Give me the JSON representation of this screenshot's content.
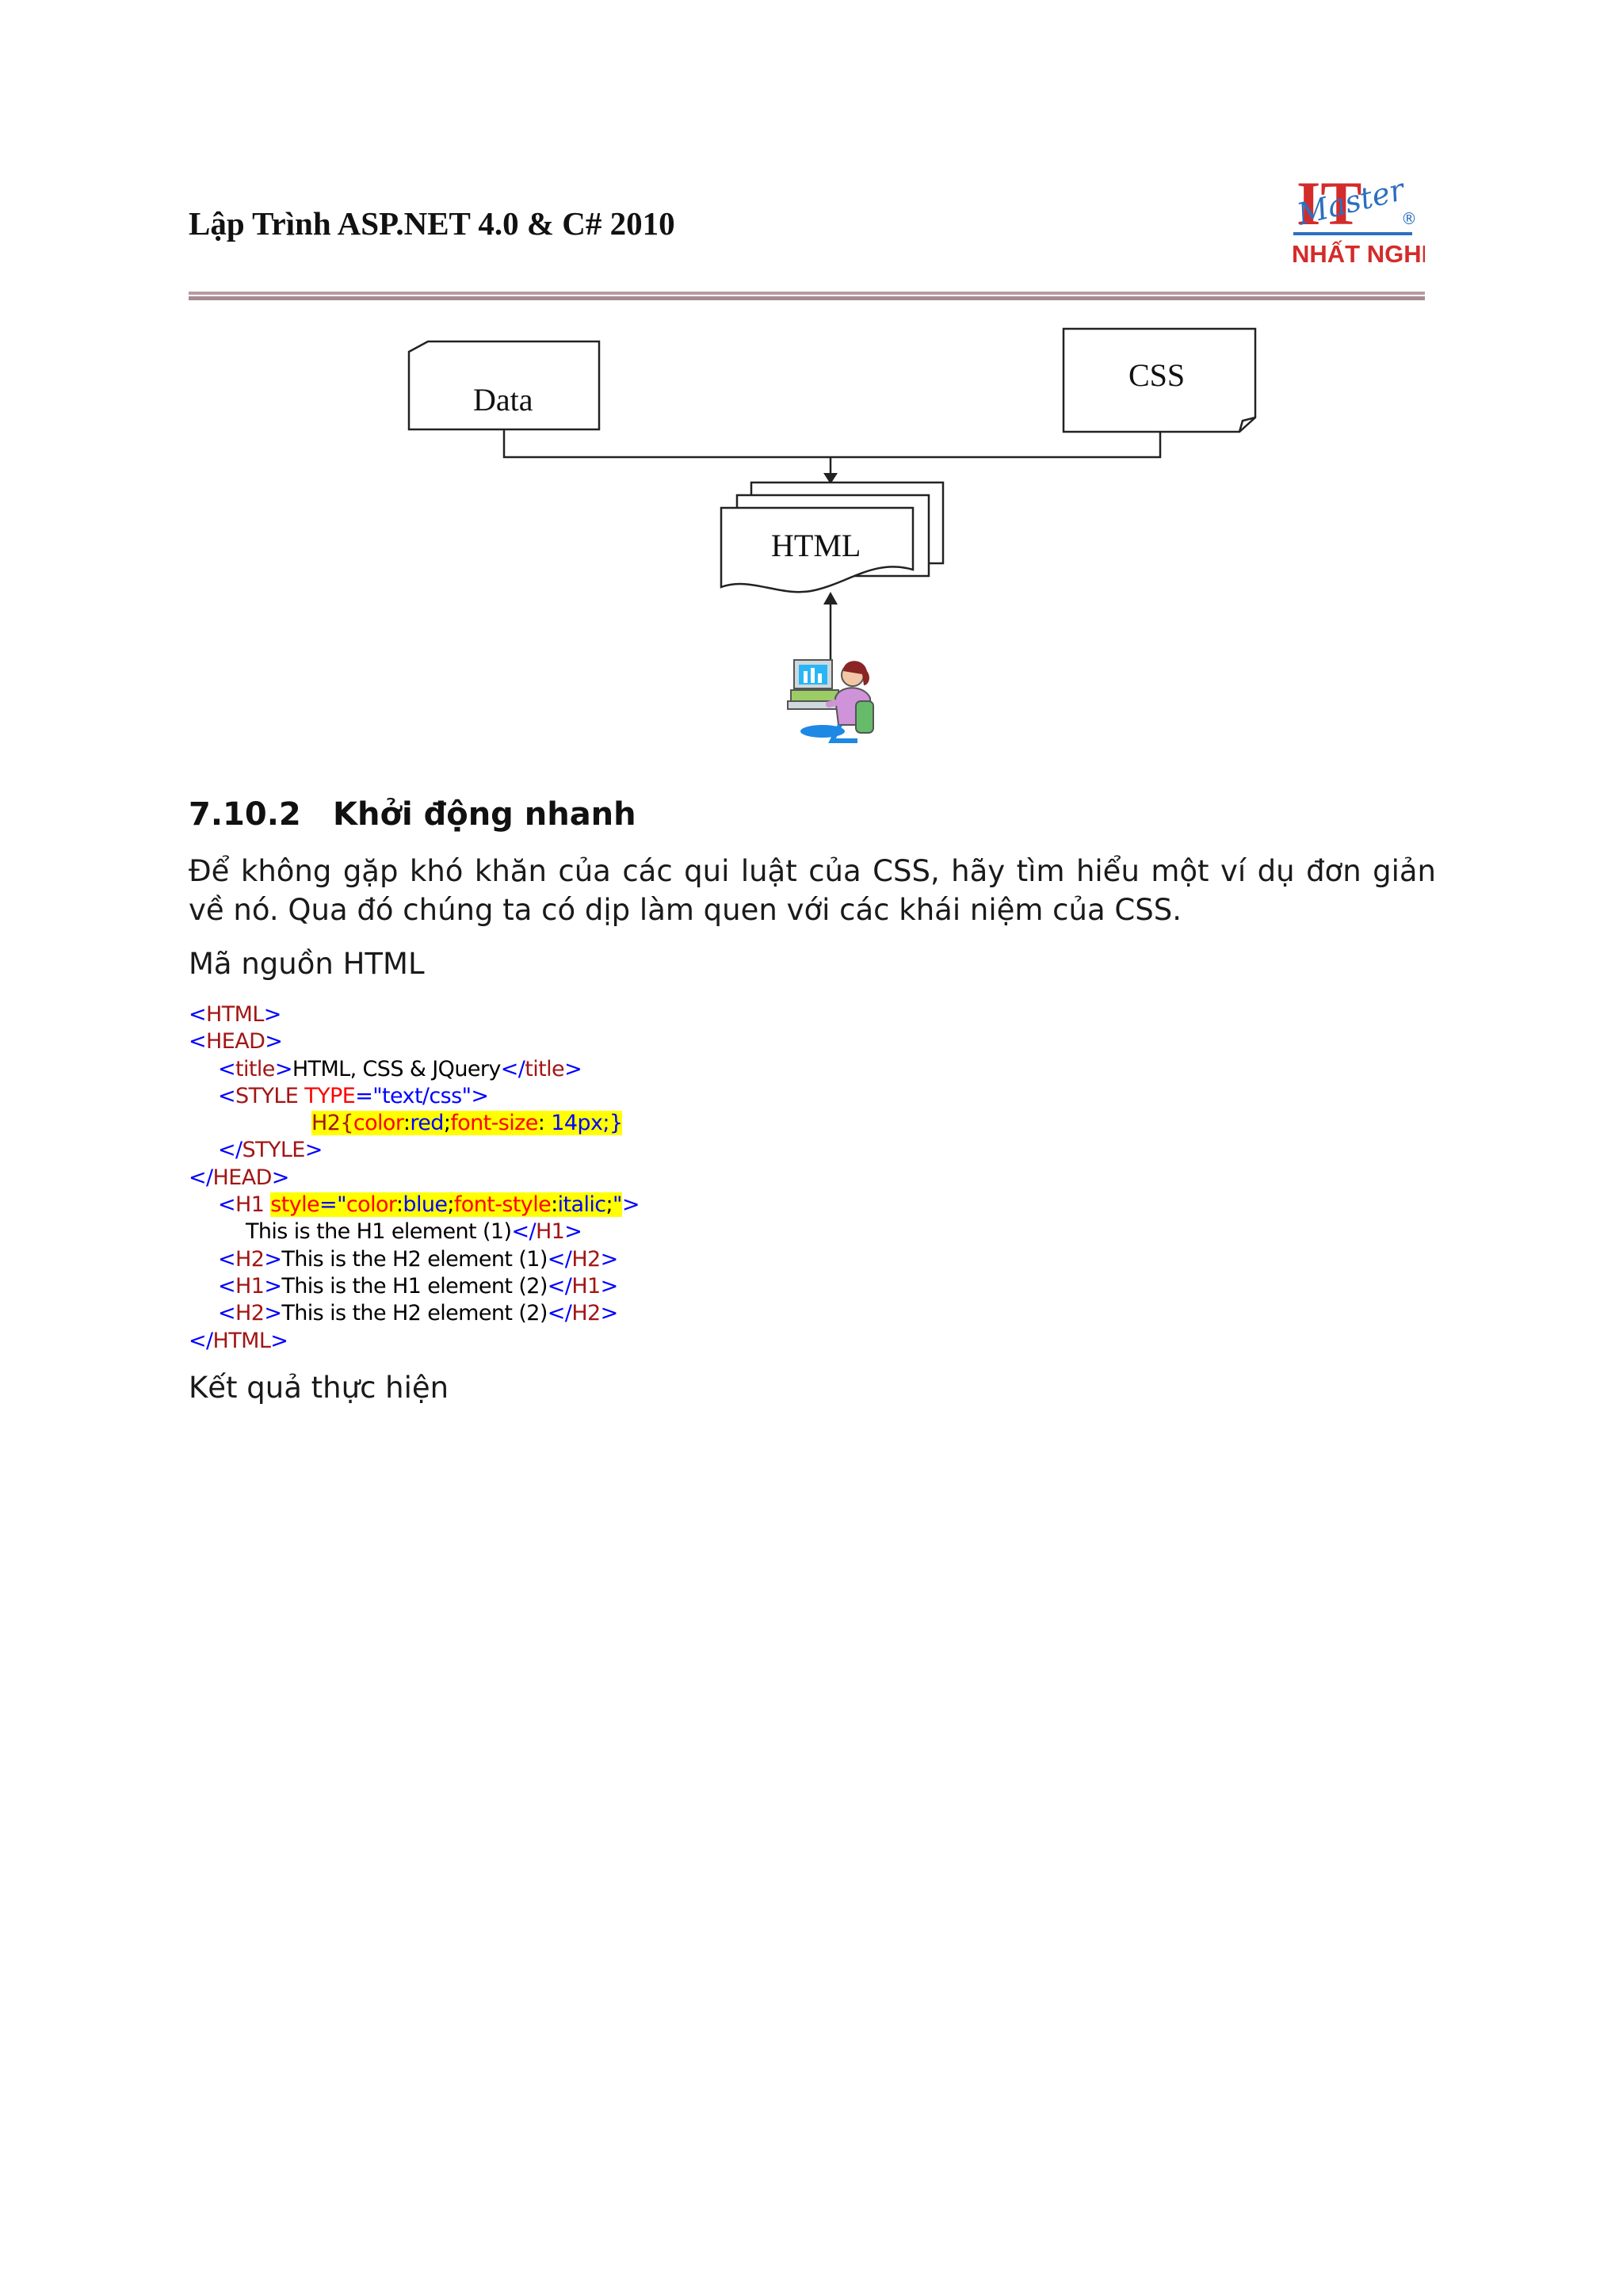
{
  "header": {
    "title": "Lập Trình ASP.NET 4.0 & C# 2010",
    "logo": {
      "big": "IT",
      "script": "Master",
      "reg": "®",
      "brand": "NHẤT NGHỆ",
      "colors": {
        "red": "#d42b2b",
        "blue": "#2c6fbf"
      }
    }
  },
  "diagram": {
    "nodes": {
      "data": "Data",
      "css": "CSS",
      "html": "HTML"
    },
    "icons": [
      "user-at-computer-icon"
    ]
  },
  "section": {
    "number": "7.10.2",
    "title": "Khởi động nhanh",
    "paragraph": "Để không gặp khó khăn của các qui luật của CSS, hãy tìm hiểu một ví dụ đơn giản về nó. Qua đó chúng ta có dịp làm quen với các khái niệm của CSS.",
    "source_label": "Mã nguồn HTML",
    "result_label": "Kết quả thực hiện"
  },
  "code": {
    "l1": {
      "open": "<",
      "name": "HTML",
      "close": ">"
    },
    "l2": {
      "open": "<",
      "name": "HEAD",
      "close": ">"
    },
    "l3": {
      "open": "<",
      "name": "title",
      "close": ">",
      "text": "HTML, CSS & JQuery",
      "end_open": "</",
      "end_name": "title",
      "end_close": ">"
    },
    "l4": {
      "open": "<",
      "name": "STYLE",
      "attr": " TYPE",
      "eq": "=",
      "val": "\"text/css\"",
      "close": ">"
    },
    "l5": {
      "sel": "H2{",
      "p1": "color",
      "c1": ":",
      "v1": "red",
      "s1": ";",
      "p2": "font-size",
      "c2": ":",
      "v2": " 14px;}"
    },
    "l6": {
      "open": "</",
      "name": "STYLE",
      "close": ">"
    },
    "l7": {
      "open": "</",
      "name": "HEAD",
      "close": ">"
    },
    "l8": {
      "open": "<",
      "name": "H1",
      "attr": "style",
      "eq": "=",
      "q1": "\"",
      "p1": "color",
      "c1": ":",
      "v1": "blue",
      "s1": ";",
      "p2": "font-style",
      "c2": ":",
      "v2": "italic",
      "s2": ";",
      "q2": "\"",
      "close": ">"
    },
    "l9": {
      "text": "This is the H1 element (1)",
      "end_open": "</",
      "end_name": "H1",
      "end_close": ">"
    },
    "l10": {
      "open": "<",
      "name": "H2",
      "close": ">",
      "text": "This is the H2 element (1)",
      "end_open": "</",
      "end_name": "H2",
      "end_close": ">"
    },
    "l11": {
      "open": "<",
      "name": "H1",
      "close": ">",
      "text": "This is the H1 element (2)",
      "end_open": "</",
      "end_name": "H1",
      "end_close": ">"
    },
    "l12": {
      "open": "<",
      "name": "H2",
      "close": ">",
      "text": "This is the H2 element (2)",
      "end_open": "</",
      "end_name": "H2",
      "end_close": ">"
    },
    "l13": {
      "open": "</",
      "name": "HTML",
      "close": ">"
    }
  }
}
